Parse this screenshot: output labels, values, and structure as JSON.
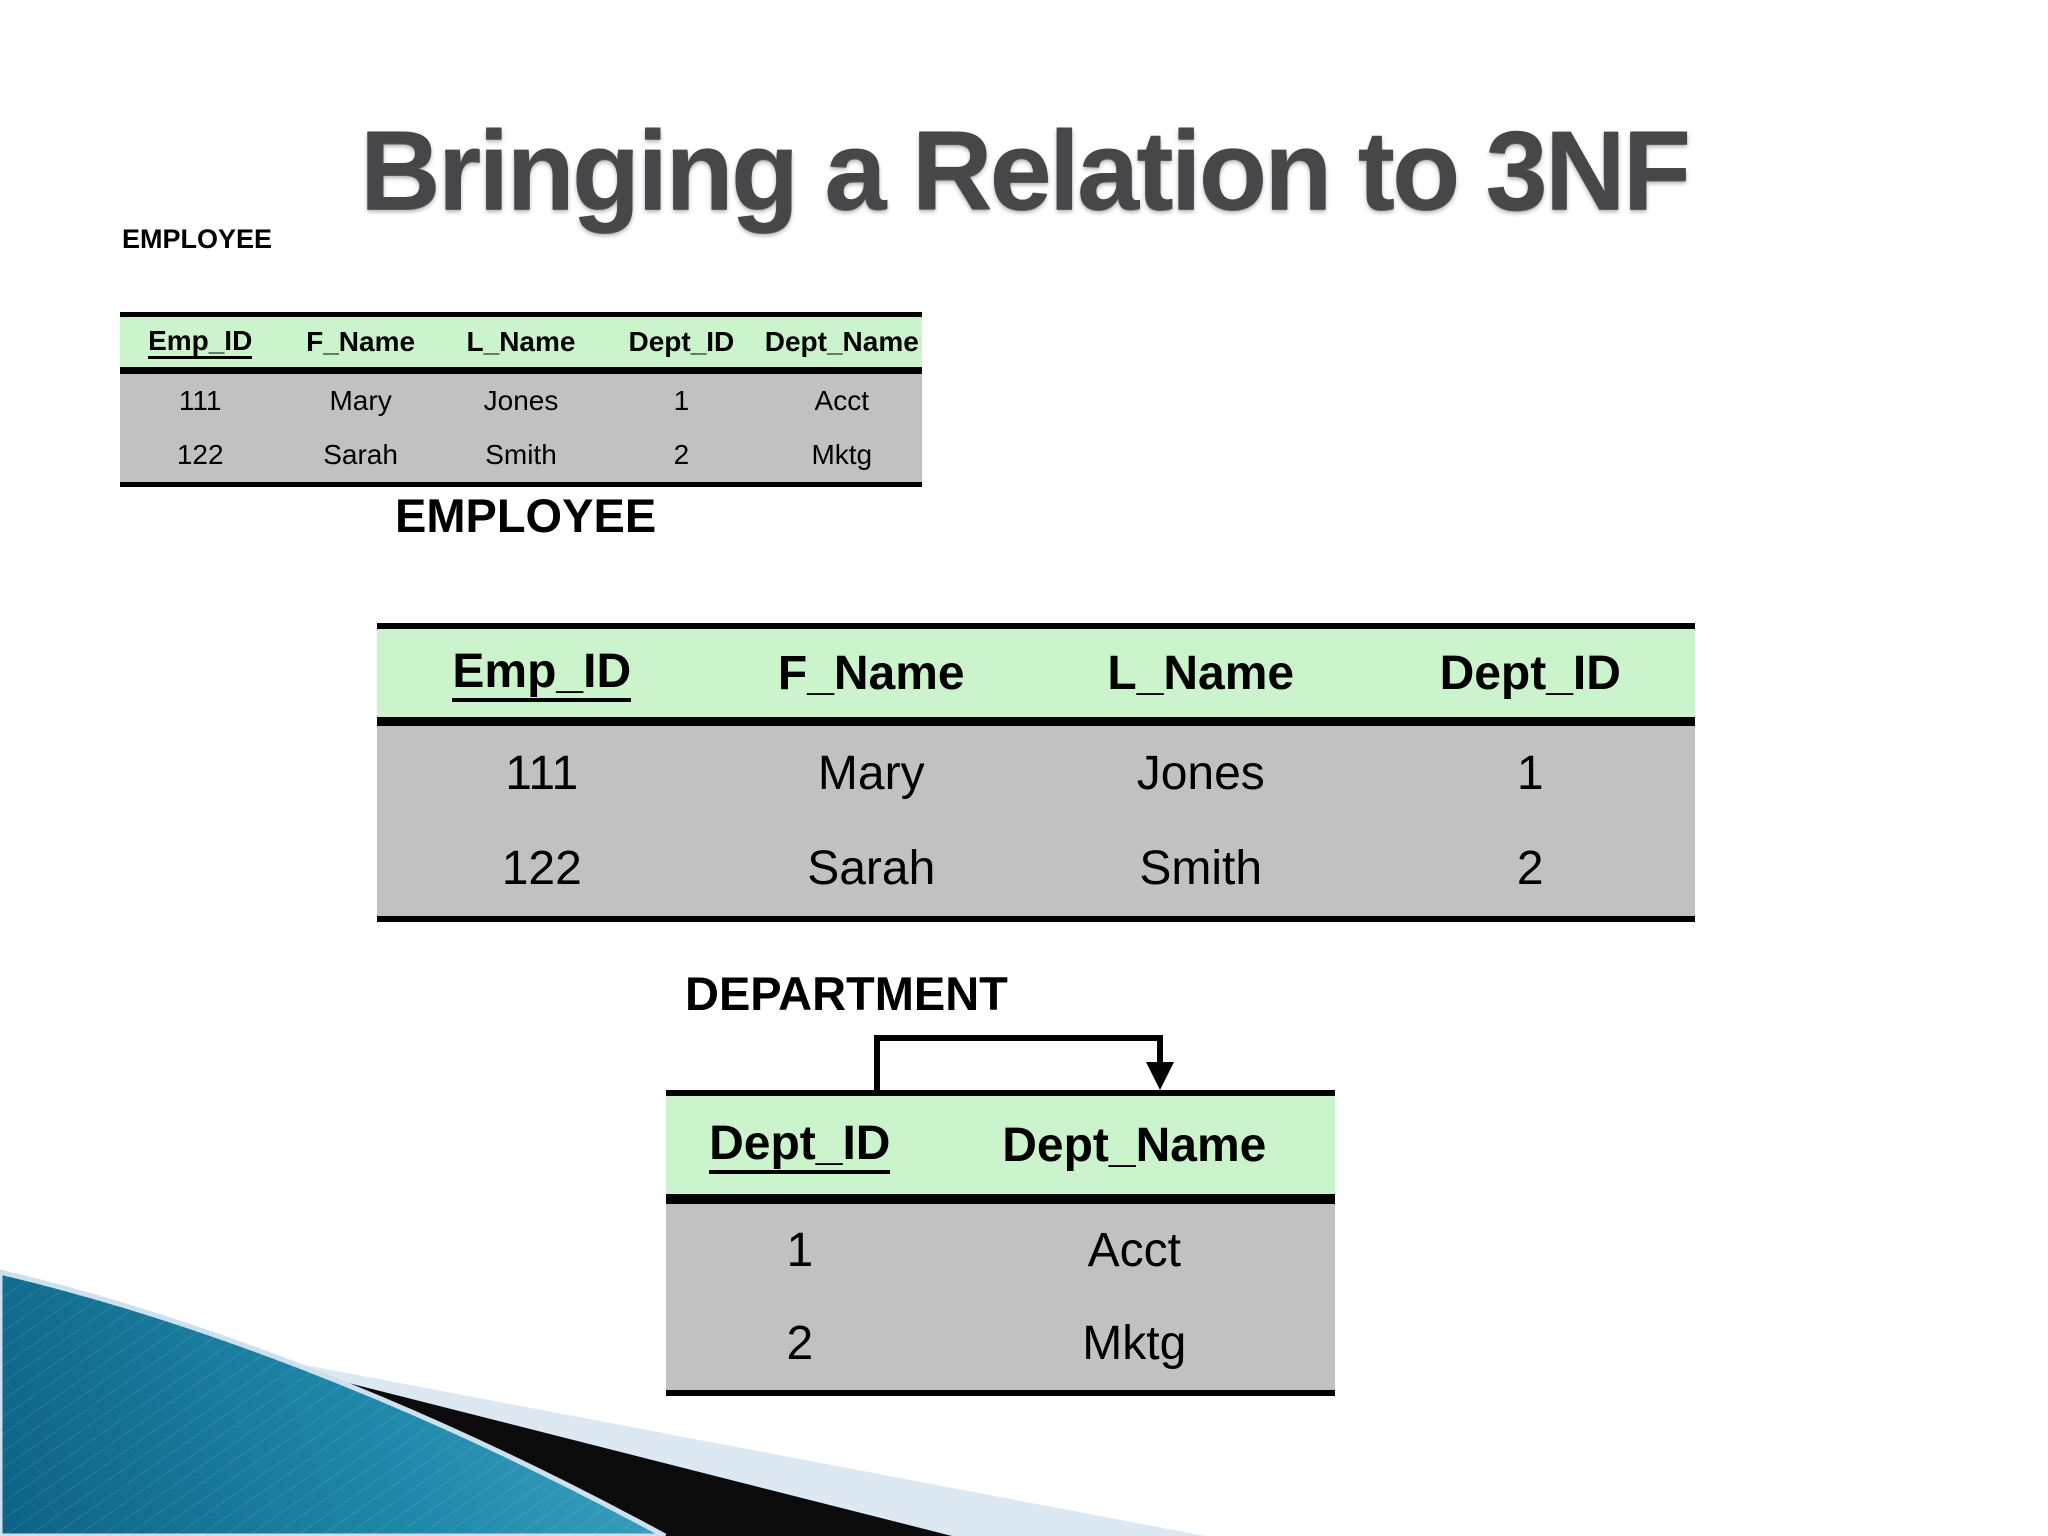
{
  "slide": {
    "title": "Bringing a Relation to 3NF"
  },
  "labels": {
    "employee_small": "EMPLOYEE",
    "employee_large": "EMPLOYEE",
    "department": "DEPARTMENT"
  },
  "tables": {
    "employee_unnormalized": {
      "columns": [
        "Emp_ID",
        "F_Name",
        "L_Name",
        "Dept_ID",
        "Dept_Name"
      ],
      "key_columns": [
        "Emp_ID"
      ],
      "rows": [
        [
          "111",
          "Mary",
          "Jones",
          "1",
          "Acct"
        ],
        [
          "122",
          "Sarah",
          "Smith",
          "2",
          "Mktg"
        ]
      ]
    },
    "employee_3nf": {
      "columns": [
        "Emp_ID",
        "F_Name",
        "L_Name",
        "Dept_ID"
      ],
      "key_columns": [
        "Emp_ID"
      ],
      "rows": [
        [
          "111",
          "Mary",
          "Jones",
          "1"
        ],
        [
          "122",
          "Sarah",
          "Smith",
          "2"
        ]
      ]
    },
    "department": {
      "columns": [
        "Dept_ID",
        "Dept_Name"
      ],
      "key_columns": [
        "Dept_ID"
      ],
      "rows": [
        [
          "1",
          "Acct"
        ],
        [
          "2",
          "Mktg"
        ]
      ]
    }
  },
  "diagram": {
    "fd_arrow": {
      "from_column": "Dept_ID",
      "to_column": "Dept_Name"
    }
  },
  "colors": {
    "table_header_bg": "#ccf4cc",
    "table_row_bg": "#c1c1c1",
    "table_border": "#000000",
    "title_text": "#47474a",
    "deco_teal_dark": "#0d6285",
    "deco_teal_mid": "#2089ab",
    "deco_teal_light": "#44a7c7",
    "deco_stripe": "#0b0b0b",
    "deco_pale_wedge": "#dce8f2"
  }
}
